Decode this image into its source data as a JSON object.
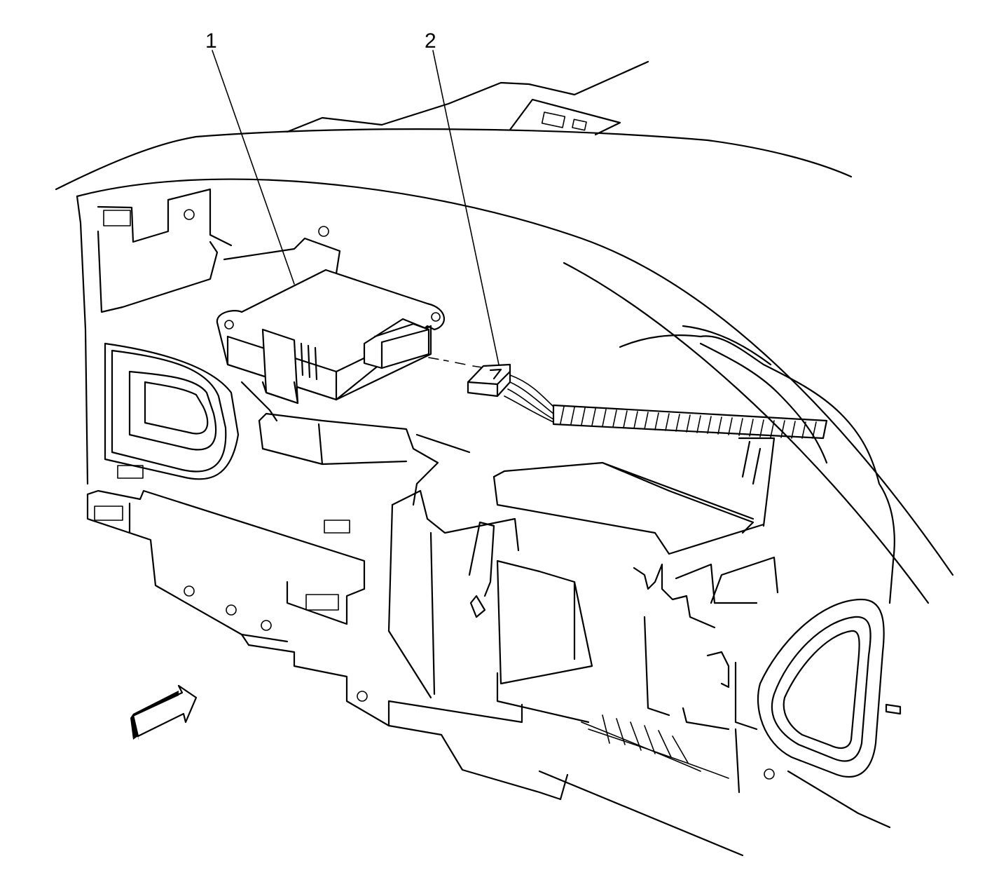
{
  "diagram": {
    "callouts": [
      {
        "id": "callout-1",
        "label": "1"
      },
      {
        "id": "callout-2",
        "label": "2"
      }
    ],
    "colors": {
      "line": "#000000",
      "background": "#ffffff"
    },
    "icons": [
      "view-direction-arrow-icon"
    ]
  }
}
